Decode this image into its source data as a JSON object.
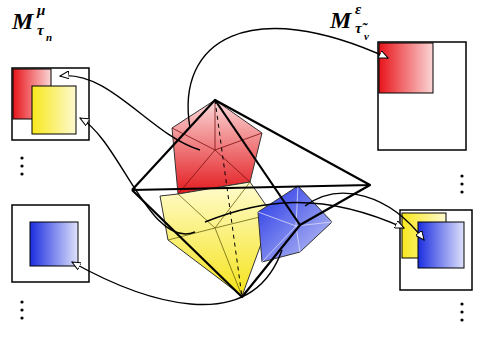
{
  "diagram": {
    "labels": [
      "M",
      "μ",
      "τ",
      "n",
      "M",
      "ε",
      "τ̃",
      "v"
    ]
  }
}
